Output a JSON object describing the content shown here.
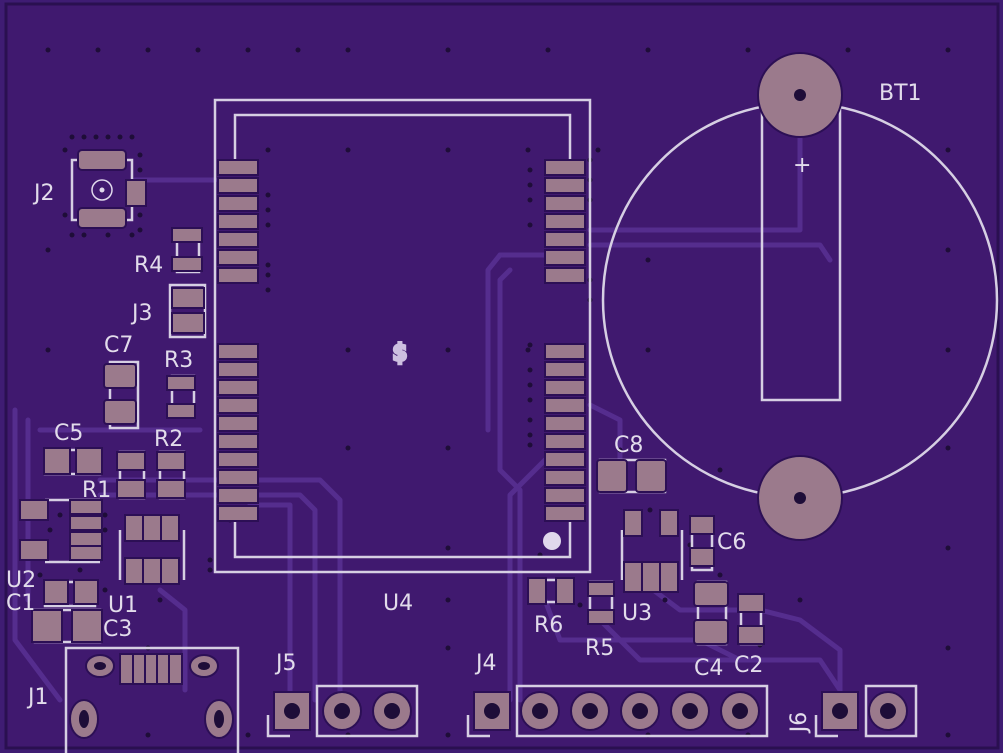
{
  "board": {
    "background_color": "#3f1c73",
    "copper_color": "#9b7a8c",
    "silkscreen_color": "#e2dceb"
  },
  "labels": {
    "bt1": "BT1",
    "bt1_plus": "+",
    "u4_logo": "$",
    "j2": "J2",
    "r4": "R4",
    "j3": "J3",
    "c7": "C7",
    "r3": "R3",
    "c5": "C5",
    "r2": "R2",
    "r1": "R1",
    "u2": "U2",
    "c1": "C1",
    "u1": "U1",
    "c3": "C3",
    "j1": "J1",
    "j5": "J5",
    "u4": "U4",
    "j4": "J4",
    "c8": "C8",
    "c6": "C6",
    "r6": "R6",
    "u3": "U3",
    "r5": "R5",
    "c4": "C4",
    "c2": "C2",
    "j6": "J6"
  }
}
